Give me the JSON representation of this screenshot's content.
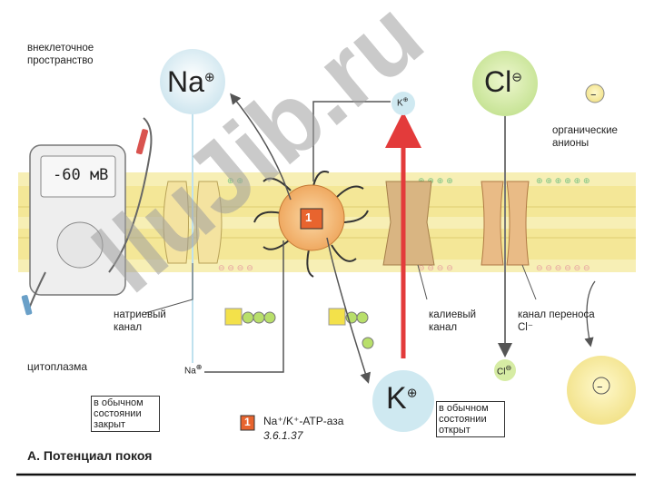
{
  "labels": {
    "extracellular": "внеклеточное пространство",
    "cytoplasm": "цитоплазма",
    "voltmeter": "-60 мВ",
    "na_big": "Na",
    "na_small": "Na",
    "cl_big": "Cl",
    "cl_small": "Cl",
    "k_big": "K",
    "k_top": "K",
    "sodium_channel": "натриевый канал",
    "potassium_channel": "калиевый канал",
    "chloride_channel": "канал переноса Cl⁻",
    "organic_anions": "органические анионы",
    "closed_note": "в обычном состоянии закрыт",
    "open_note": "в обычном состоянии открыт",
    "pump_number": "1",
    "pump_name": "Na⁺/K⁺-АТР-аза",
    "pump_ec": "3.6.1.37",
    "caption": "А. Потенциал покоя",
    "watermark": "lluJib.ru"
  },
  "colors": {
    "membrane": "#f4ea9c",
    "ion_na": "#dfeff4",
    "ion_k": "#cfe9f1",
    "ion_cl": "#d6eca4",
    "anion": "#f6ea9a",
    "pump": "#f4b46a",
    "arrow_red": "#e33b3b",
    "watermark_purple": "#c9b6ee",
    "watermark_gray": "#9f9f9f"
  }
}
